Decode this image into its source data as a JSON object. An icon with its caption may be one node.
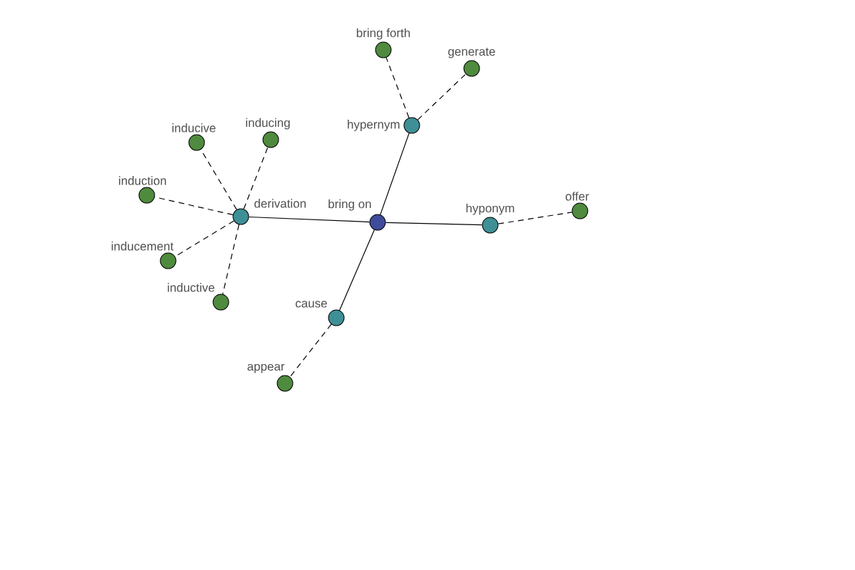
{
  "diagram": {
    "nodes": [
      {
        "text": [
          "bring on"
        ]
      },
      {
        "text": [
          "hypernym"
        ]
      },
      {
        "text": [
          "bring forth"
        ]
      },
      {
        "text": [
          "generate"
        ]
      },
      {
        "text": [
          "hyponym"
        ]
      },
      {
        "text": [
          "offer"
        ]
      },
      {
        "text": [
          "cause"
        ]
      },
      {
        "text": [
          "appear"
        ]
      },
      {
        "text": [
          "derivation"
        ]
      },
      {
        "text": [
          "inducive"
        ]
      },
      {
        "text": [
          "inducing"
        ]
      },
      {
        "text": [
          "induction"
        ]
      },
      {
        "text": [
          "inducement"
        ]
      },
      {
        "text": [
          "inductive"
        ]
      }
    ],
    "edges": [
      {
        "from": 0,
        "to": 1,
        "arrow": "none"
      },
      {
        "from": 1,
        "to": 2,
        "arrow": "none",
        "style": "dashed"
      },
      {
        "from": 1,
        "to": 3,
        "arrow": "none",
        "style": "dashed"
      },
      {
        "from": 0,
        "to": 4,
        "arrow": "none"
      },
      {
        "from": 4,
        "to": 5,
        "arrow": "none",
        "style": "dashed"
      },
      {
        "from": 0,
        "to": 6,
        "arrow": "none"
      },
      {
        "from": 6,
        "to": 7,
        "arrow": "none",
        "style": "dashed"
      },
      {
        "from": 0,
        "to": 8,
        "arrow": "none"
      },
      {
        "from": 8,
        "to": 9,
        "arrow": "none",
        "style": "dashed"
      },
      {
        "from": 8,
        "to": 10,
        "arrow": "none",
        "style": "dashed"
      },
      {
        "from": 8,
        "to": 11,
        "arrow": "none",
        "style": "dashed"
      },
      {
        "from": 8,
        "to": 12,
        "arrow": "none",
        "style": "dashed"
      },
      {
        "from": 8,
        "to": 13,
        "arrow": "none",
        "style": "dashed"
      }
    ]
  }
}
